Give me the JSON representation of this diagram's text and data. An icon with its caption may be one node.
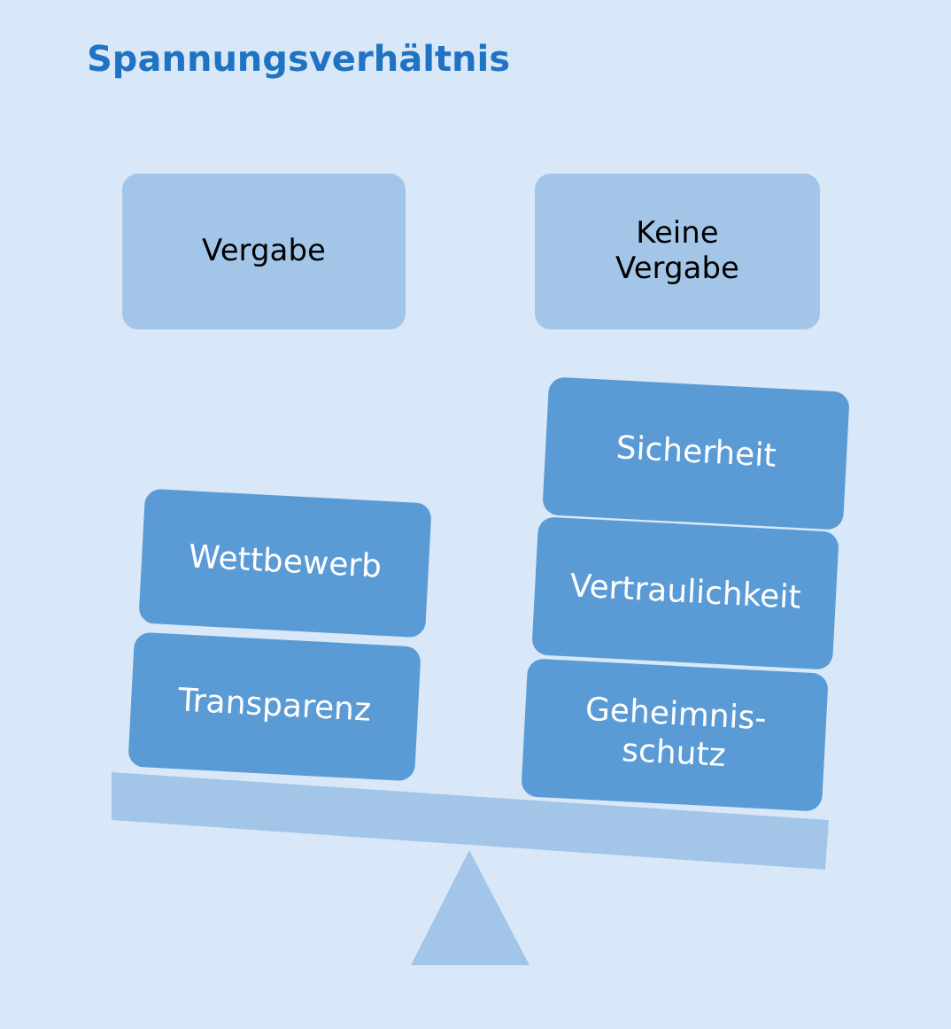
{
  "diagram": {
    "title": "Spannungsverhältnis",
    "nodes": [
      {
        "text": [
          "Vergabe"
        ]
      },
      {
        "text": [
          "Keine Vergabe"
        ]
      },
      {
        "text": [
          "Wettbewerb"
        ]
      },
      {
        "text": [
          "Transparenz"
        ]
      },
      {
        "text": [
          "Sicherheit"
        ]
      },
      {
        "text": [
          "Vertraulichkeit"
        ]
      },
      {
        "text": [
          "Geheimnis- schutz"
        ]
      }
    ],
    "edges": []
  }
}
